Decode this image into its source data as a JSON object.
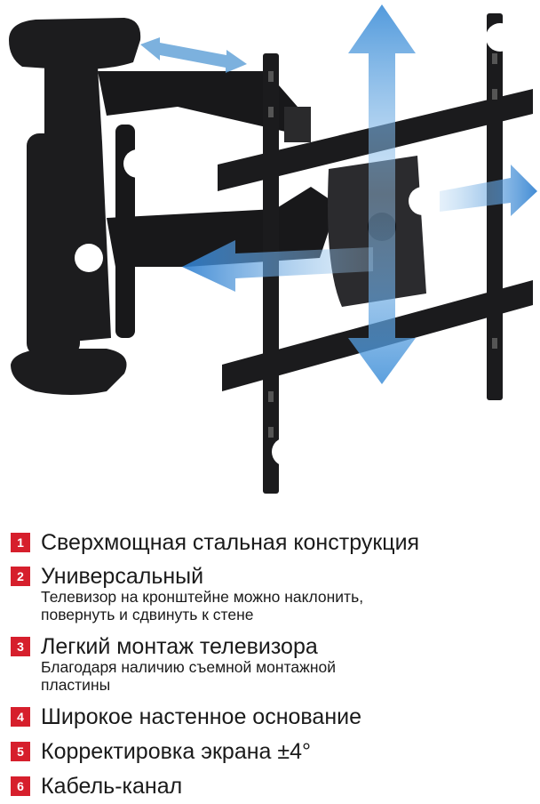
{
  "markers": [
    "1",
    "2",
    "3",
    "4",
    "5",
    "6"
  ],
  "features": [
    {
      "num": "1",
      "title": "Сверхмощная стальная конструкция"
    },
    {
      "num": "2",
      "title": "Универсальный",
      "sub1": "Телевизор на кронштейне можно наклонить,",
      "sub2": "повернуть и сдвинуть к стене"
    },
    {
      "num": "3",
      "title": "Легкий монтаж телевизора",
      "sub1": "Благодаря наличию съемной монтажной",
      "sub2": "пластины"
    },
    {
      "num": "4",
      "title": "Широкое настенное основание"
    },
    {
      "num": "5",
      "title": "Корректировка экрана ±4°"
    },
    {
      "num": "6",
      "title": "Кабель-канал"
    }
  ],
  "colors": {
    "accent": "#d61f2c",
    "arrow": "#5b9ed6",
    "metal": "#1b1b1d"
  }
}
